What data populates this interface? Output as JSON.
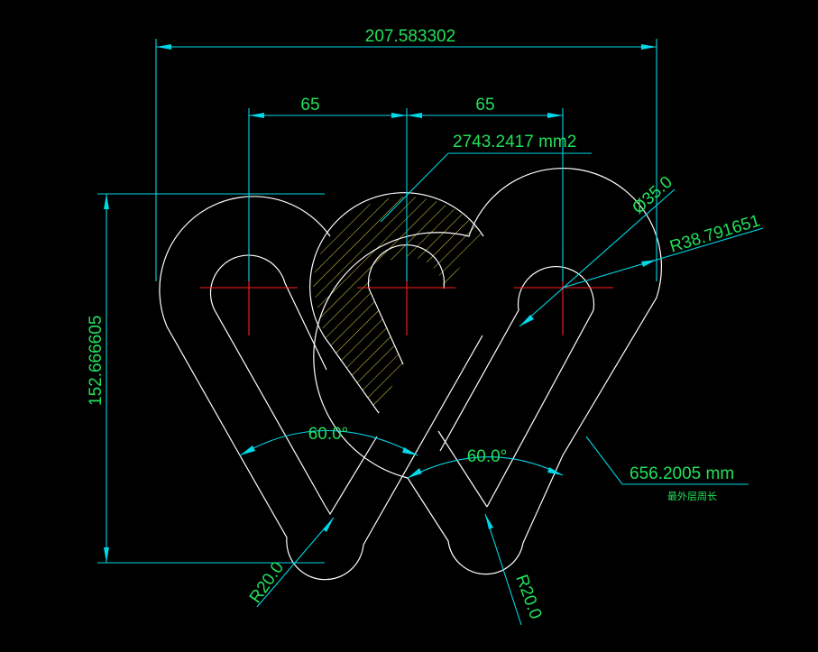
{
  "drawing": {
    "overall_width": "207.583302",
    "spacing_left": "65",
    "spacing_right": "65",
    "hatched_area": "2743.2417  mm2",
    "outer_diameter": "Ø35.0",
    "outer_radius": "R38.791651",
    "total_height": "152.666605",
    "angle_left": "60.0°",
    "angle_right": "60.0°",
    "perimeter": "656.2005  mm",
    "perimeter_note": "最外层周长",
    "fillet_left": "R20.0",
    "fillet_right": "R20.0"
  },
  "colors": {
    "background": "#000000",
    "geometry": "#ffffff",
    "dimension": "#00d8e8",
    "text": "#22e05a",
    "centerline": "#ff2020",
    "hatch": "#d8d040"
  }
}
